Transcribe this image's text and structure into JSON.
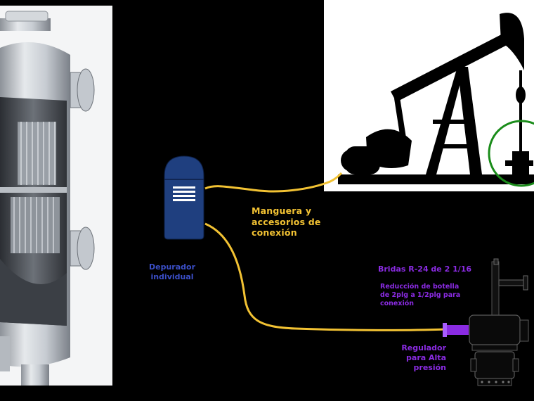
{
  "labels": {
    "hose": "Manguera y\naccesorios de\nconexión",
    "scrubber": "Depurador\nindividual",
    "flanges": "Bridas R-24 de 2 1/16",
    "reduction": "Reducción de botella\nde 2plg a 1/2plg para\nconexión",
    "regulator": "Regulador\npara Alta\npresión"
  },
  "colors": {
    "hose": "#f2c233",
    "scrubber_label": "#3b4fc8",
    "scrubber_body": "#1f3f7f",
    "annotation": "#8a2be2",
    "wellhead_circle": "#1a8c1a"
  }
}
